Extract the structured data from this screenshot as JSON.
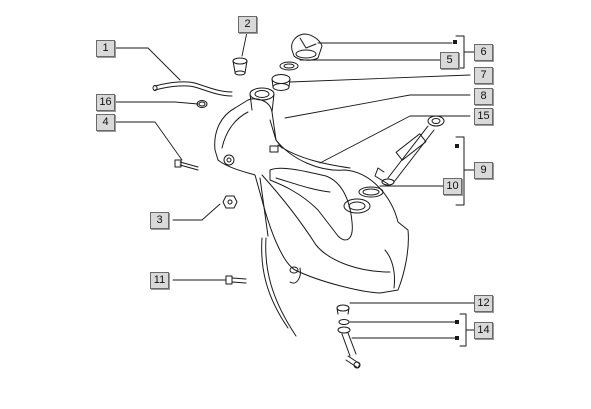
{
  "callouts": [
    {
      "id": "callout-1",
      "number": "1"
    },
    {
      "id": "callout-2",
      "number": "2"
    },
    {
      "id": "callout-3",
      "number": "3"
    },
    {
      "id": "callout-4",
      "number": "4"
    },
    {
      "id": "callout-5",
      "number": "5"
    },
    {
      "id": "callout-6",
      "number": "6"
    },
    {
      "id": "callout-7",
      "number": "7"
    },
    {
      "id": "callout-8",
      "number": "8"
    },
    {
      "id": "callout-9",
      "number": "9"
    },
    {
      "id": "callout-10",
      "number": "10"
    },
    {
      "id": "callout-11",
      "number": "11"
    },
    {
      "id": "callout-12",
      "number": "12"
    },
    {
      "id": "callout-14",
      "number": "14"
    },
    {
      "id": "callout-15",
      "number": "15"
    },
    {
      "id": "callout-16",
      "number": "16"
    }
  ],
  "colors": {
    "line": "#1a1a1a",
    "label_bg": "#d9d9d9",
    "label_border": "#6a6a6a"
  }
}
